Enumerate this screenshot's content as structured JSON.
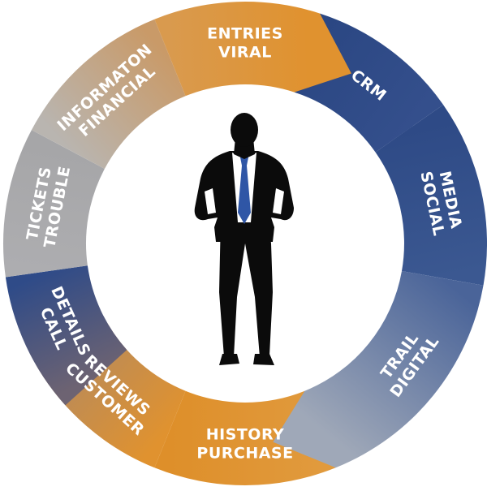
{
  "segments": [
    {
      "id": "crm",
      "lines": [
        "CRM"
      ],
      "colors": [
        "#2b4783",
        "#344f8c"
      ]
    },
    {
      "id": "social-media",
      "lines": [
        "SOCIAL",
        "MEDIA"
      ],
      "colors": [
        "#2e4a86",
        "#3b5891"
      ]
    },
    {
      "id": "digital-trail",
      "lines": [
        "DIGITAL",
        "TRAIL"
      ],
      "colors": [
        "#4a6499",
        "#9fa8b8"
      ]
    },
    {
      "id": "purchase-history",
      "lines": [
        "PURCHASE",
        "HISTORY"
      ],
      "colors": [
        "#e19a3d",
        "#de8f2a"
      ]
    },
    {
      "id": "customer-reviews",
      "lines": [
        "CUSTOMER",
        "REVIEWS"
      ],
      "colors": [
        "#e0922f",
        "#b58a5e"
      ]
    },
    {
      "id": "call-details",
      "lines": [
        "CALL",
        "DETAILS"
      ],
      "colors": [
        "#6d6372",
        "#2f4b88"
      ]
    },
    {
      "id": "trouble-tickets",
      "lines": [
        "TROUBLE",
        "TICKETS"
      ],
      "colors": [
        "#adadb0",
        "#a6a6a8"
      ]
    },
    {
      "id": "financial-information",
      "lines": [
        "FINANCIAL",
        "INFORMATON"
      ],
      "colors": [
        "#b9b5b0",
        "#c99a68"
      ]
    },
    {
      "id": "viral-entries",
      "lines": [
        "VIRAL",
        "ENTRIES"
      ],
      "colors": [
        "#d99a4e",
        "#e0922f"
      ]
    }
  ],
  "colors": {
    "suit": "#0b0b0b",
    "shirt": "#ffffff",
    "tie": "#2f56a6"
  }
}
